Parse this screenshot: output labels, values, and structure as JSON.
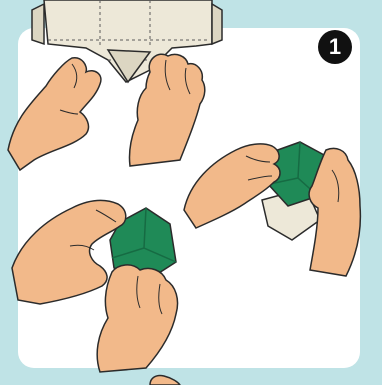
{
  "step": {
    "number": "1"
  },
  "colors": {
    "background": "#bfe3e6",
    "panel": "#ffffff",
    "paper": "#ede8d8",
    "paper_fold": "#dcd6c2",
    "green": "#1f8a57",
    "green_dark": "#166b43",
    "skin": "#f2b98a",
    "skin_shadow": "#dd9a6a",
    "outline": "#2b2b2b",
    "badge": "#111111"
  },
  "illustrations": [
    {
      "name": "paper-strip-folding",
      "icon": "hands-folding-paper-icon"
    },
    {
      "name": "green-pouch-pinch",
      "icon": "hands-pinching-green-fold-icon"
    },
    {
      "name": "green-pouch-shape",
      "icon": "hands-shaping-green-pouch-icon"
    }
  ]
}
